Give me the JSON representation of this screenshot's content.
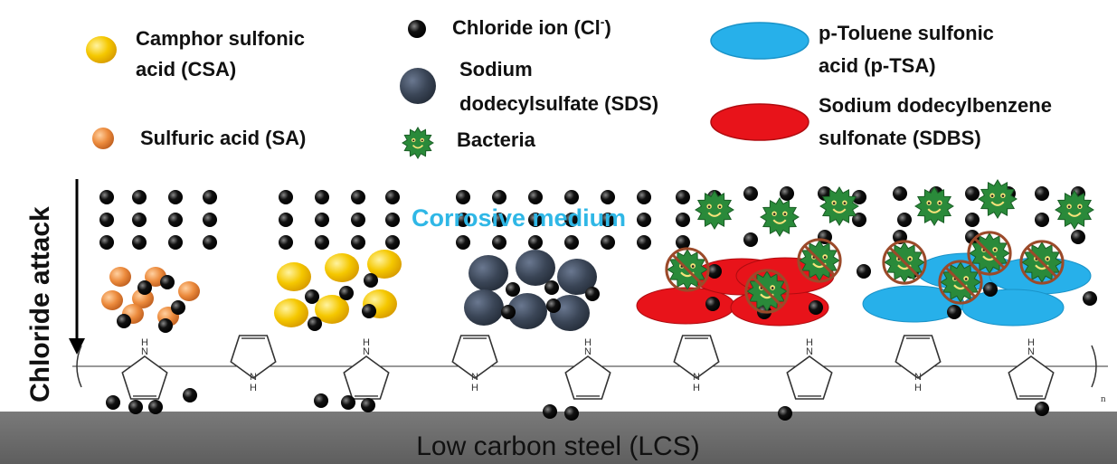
{
  "legend": {
    "csa_line1": "Camphor sulfonic",
    "csa_line2": "acid (CSA)",
    "sa": "Sulfuric acid (SA)",
    "chloride_main": "Chloride ion (Cl",
    "chloride_sup": "-",
    "chloride_close": ")",
    "sds_line1": "Sodium",
    "sds_line2": "dodecylsulfate (SDS)",
    "bacteria": "Bacteria",
    "ptsa_line1": "p-Toluene sulfonic",
    "ptsa_line2": "acid (p-TSA)",
    "sdbs_line1": "Sodium dodecylbenzene",
    "sdbs_line2": "sulfonate (SDBS)"
  },
  "labels": {
    "chloride_attack": "Chloride attack",
    "corrosive_medium": "Corrosive medium",
    "substrate": "Low carbon steel (LCS)",
    "nh": "H",
    "n_letter": "N",
    "subscript_n": "n"
  },
  "colors": {
    "csa": "#f2c200",
    "sa": "#e8873a",
    "chloride": "#111111",
    "sds": "#3a4556",
    "bacteria": "#2a8a3a",
    "ptsa": "#27b0ea",
    "sdbs": "#e8131a",
    "steel": "#707070",
    "medium_text": "#2fb7e6"
  }
}
